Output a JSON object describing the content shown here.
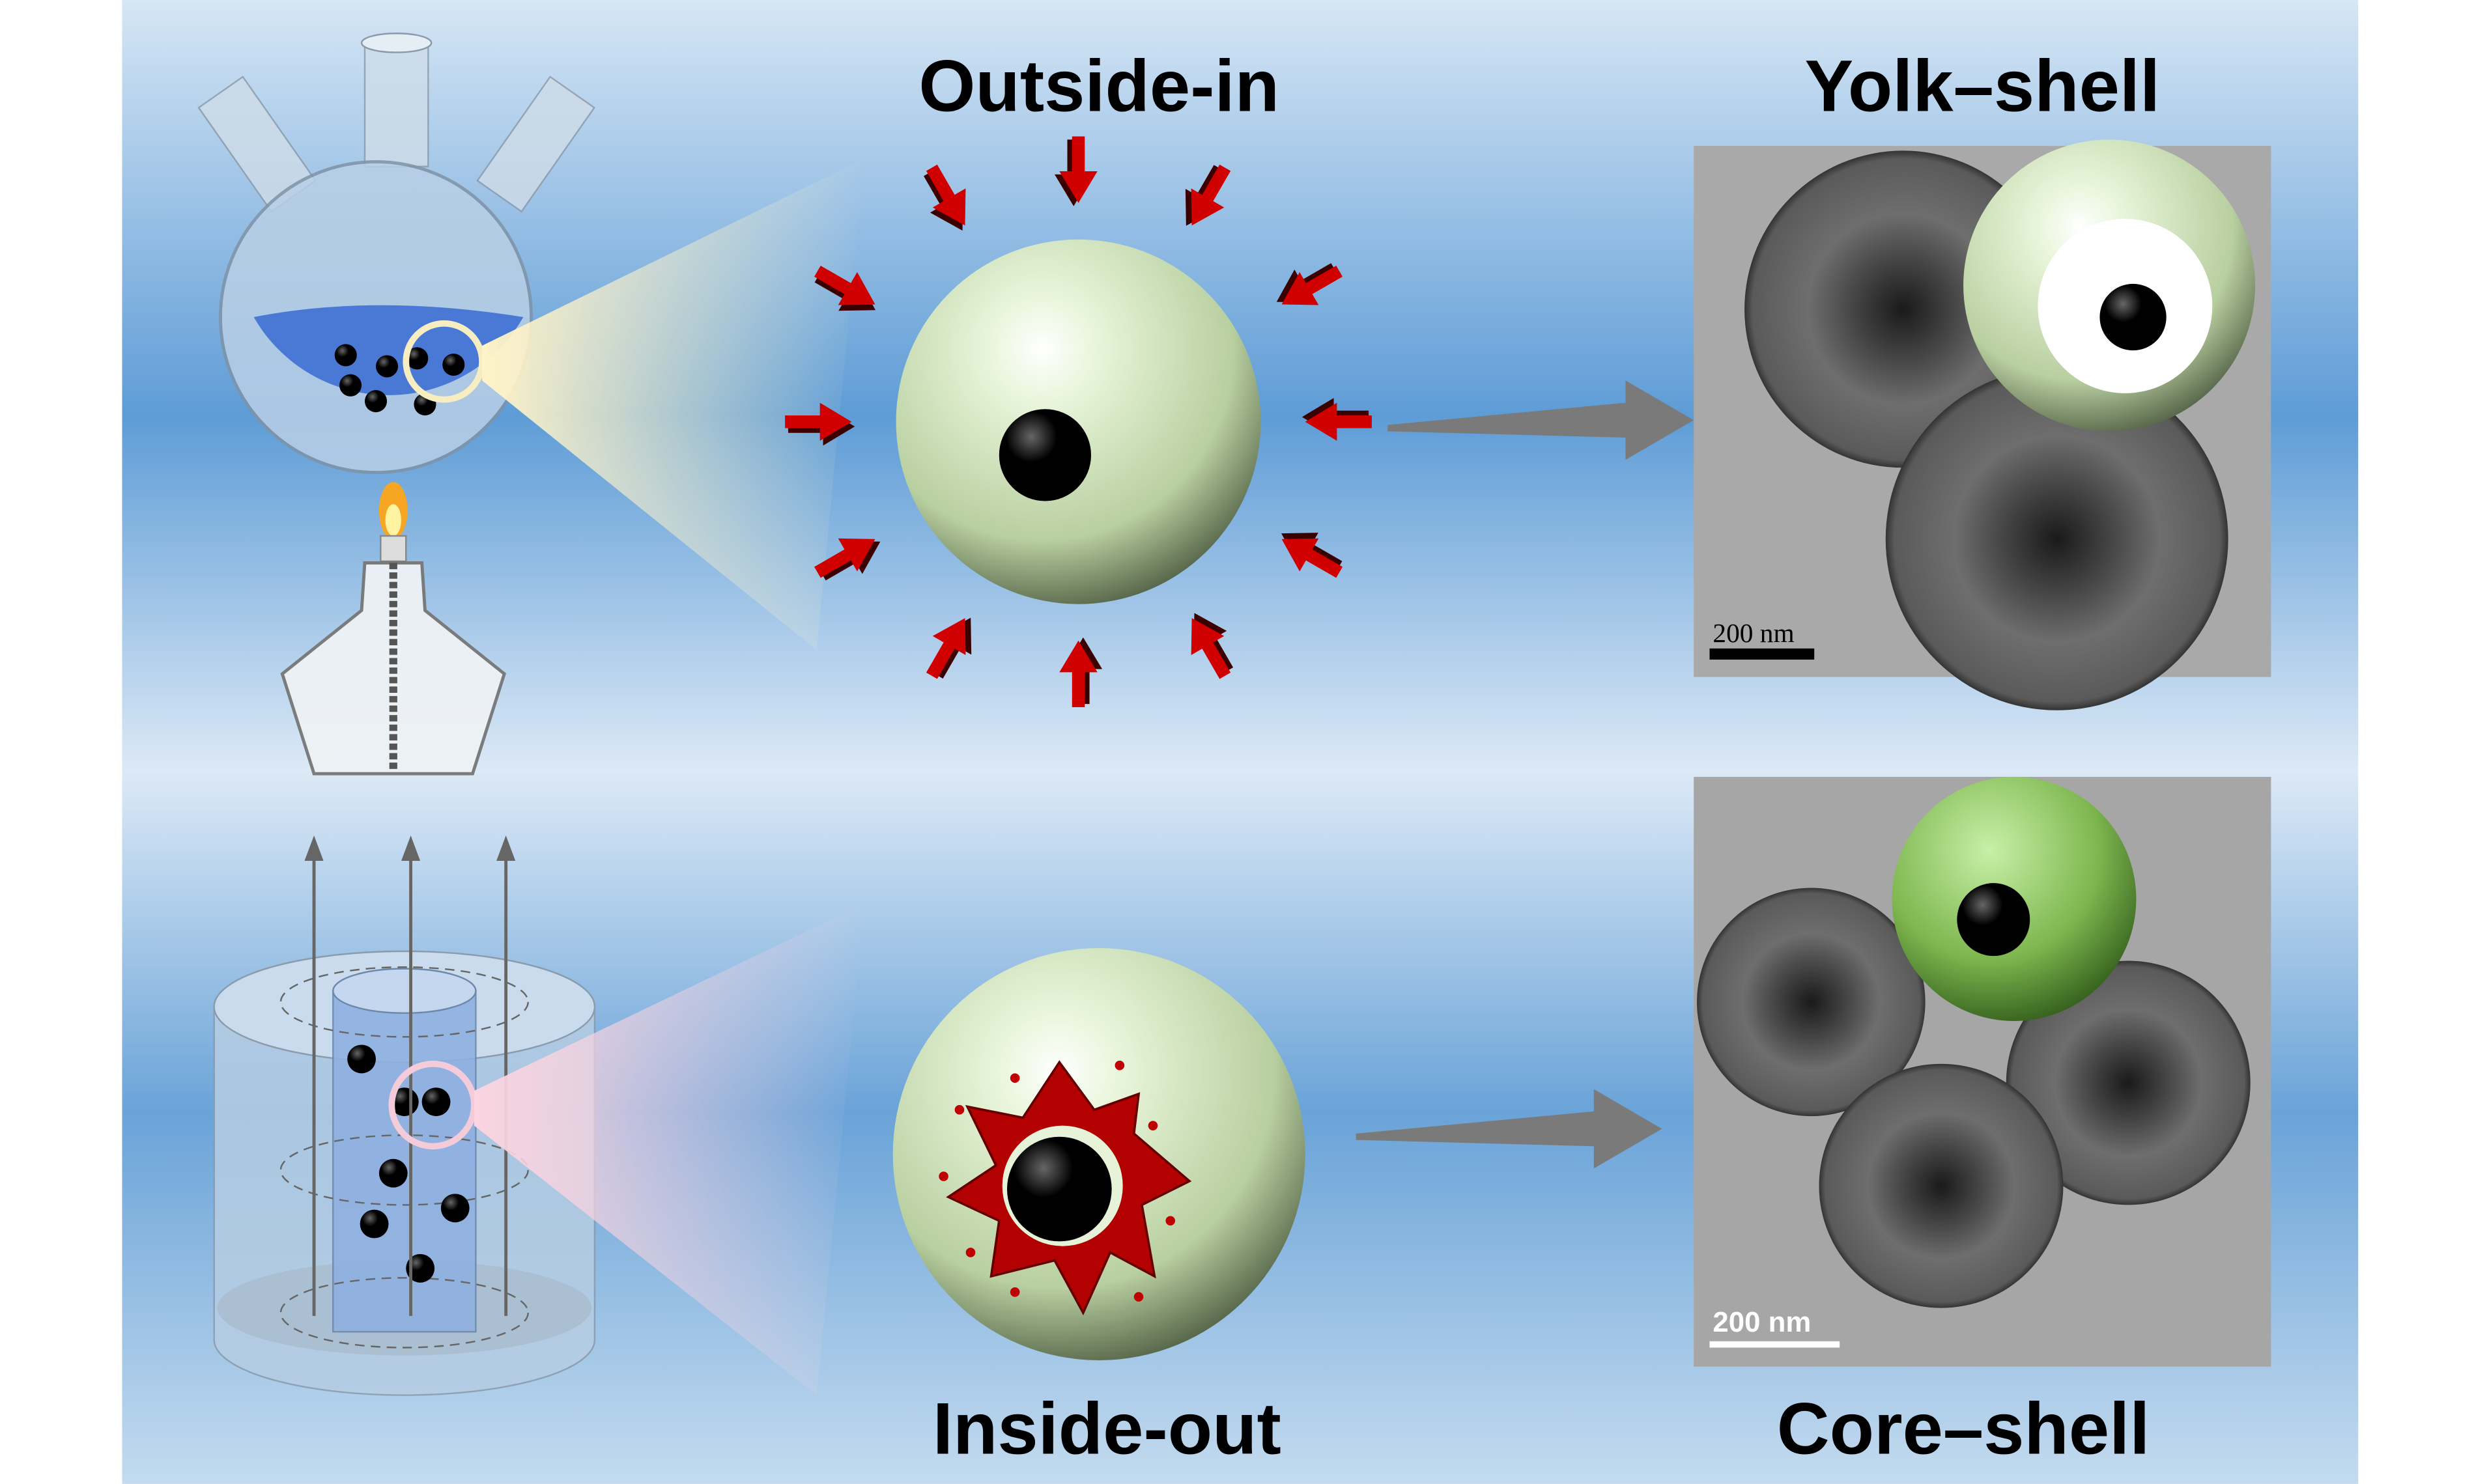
{
  "labels": {
    "outside_in": "Outside-in",
    "inside_out": "Inside-out",
    "yolk_shell": "Yolk–shell",
    "core_shell": "Core–shell"
  },
  "scale_bars": {
    "top": "200 nm",
    "bottom": "200 nm"
  },
  "colors": {
    "background_blue": "#5b9bd5",
    "arrow_red": "#cc0000",
    "shell_green": "#c9e0b0",
    "core_black": "#000000",
    "tem_gray": "#a8a8a8"
  }
}
